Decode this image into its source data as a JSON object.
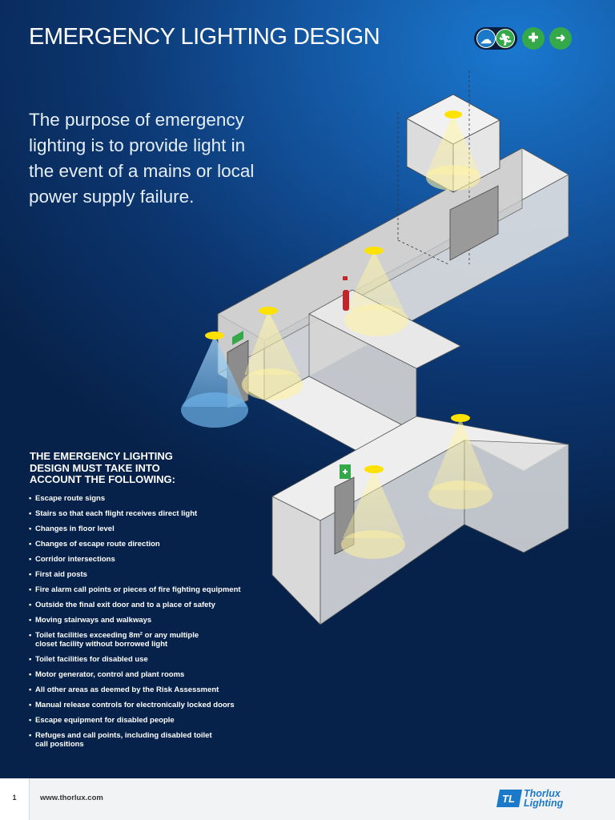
{
  "title": "EMERGENCY LIGHTING DESIGN",
  "icons": [
    "emergency-lighting-icon",
    "running-man-icon",
    "running-man-plus-icon",
    "running-man-exit-icon"
  ],
  "intro": "The purpose of emergency lighting is to provide light in the event of a mains or local power supply failure.",
  "requirements": {
    "heading": "THE EMERGENCY LIGHTING DESIGN MUST TAKE INTO ACCOUNT THE FOLLOWING:",
    "items": [
      "Escape route signs",
      "Stairs so that each flight receives direct light",
      "Changes in floor level",
      "Changes of escape route direction",
      "Corridor intersections",
      "First aid posts",
      "Fire alarm call points or pieces of fire fighting equipment",
      "Outside the final exit door and to a place of safety",
      "Moving stairways and walkways",
      "Toilet facilities exceeding 8m² or any multiple\ncloset facility without borrowed light",
      "Toilet facilities for disabled use",
      "Motor generator, control and plant rooms",
      "All other areas as deemed by the Risk Assessment",
      "Manual release controls for electronically locked doors",
      "Escape equipment for disabled people",
      "Refuges and call points, including disabled toilet\ncall positions"
    ]
  },
  "footer": {
    "page_number": "1",
    "url": "www.thorlux.com",
    "logo_text": "Thorlux\nLighting",
    "logo_mark": "TL"
  },
  "colors": {
    "accent_blue": "#1b79c9",
    "green": "#35a84a",
    "light_yellow": "#ffe200"
  }
}
